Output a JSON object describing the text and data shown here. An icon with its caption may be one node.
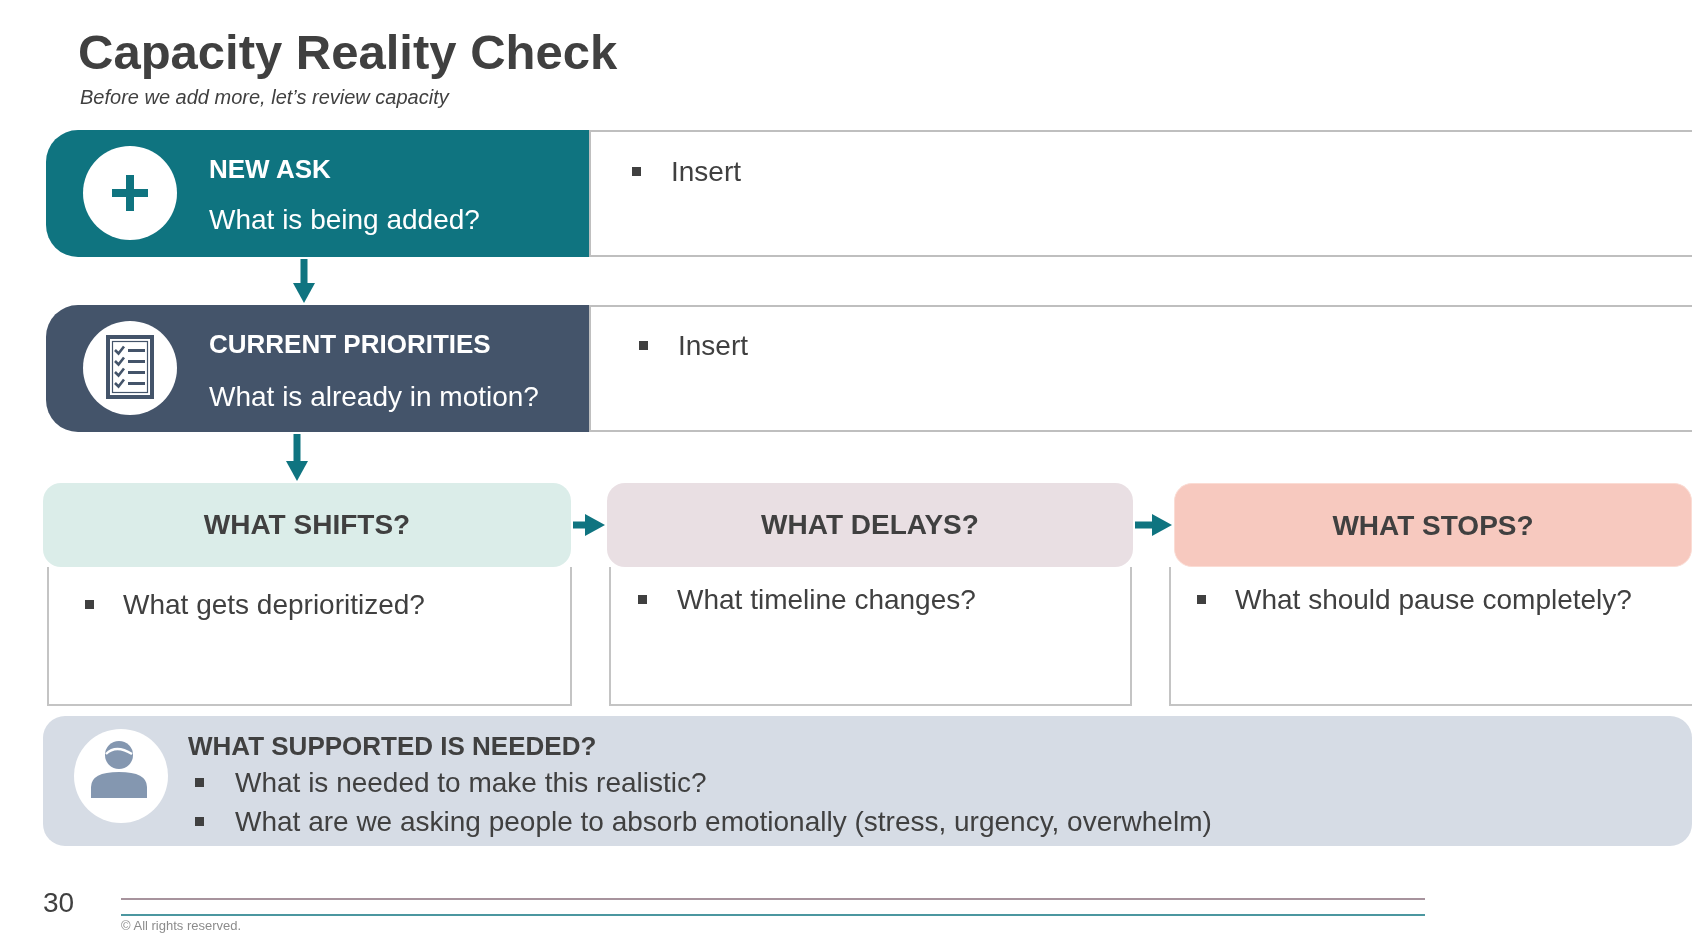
{
  "diagram": {
    "title": "Capacity Reality Check",
    "nodes": [
      {
        "text": [
          "NEW ASK",
          "What is being added?"
        ]
      },
      {
        "text": [
          "Insert"
        ]
      },
      {
        "text": [
          "CURRENT PRIORITIES",
          "What is already in motion?"
        ]
      },
      {
        "text": [
          "Insert"
        ]
      },
      {
        "text": [
          "WHAT SHIFTS?"
        ]
      },
      {
        "text": [
          "What gets deprioritized?"
        ]
      },
      {
        "text": [
          "WHAT DELAYS?"
        ]
      },
      {
        "text": [
          "What timeline changes?"
        ]
      },
      {
        "text": [
          "WHAT STOPS?"
        ]
      },
      {
        "text": [
          "What should pause completely?"
        ]
      },
      {
        "text": [
          "WHAT SUPPORTED IS NEEDED?",
          "What is needed to make this realistic?",
          "What are we asking people to absorb emotionally (stress, urgency, overwhelm)"
        ]
      }
    ],
    "edges": [
      {
        "from": 0,
        "to": 2,
        "arrow": "to"
      },
      {
        "from": 2,
        "to": 4,
        "arrow": "to"
      },
      {
        "from": 4,
        "to": 6,
        "arrow": "to"
      },
      {
        "from": 6,
        "to": 8,
        "arrow": "to"
      }
    ],
    "labels": [
      "Before we add more, let’s review capacity",
      "30",
      "© All rights reserved."
    ]
  }
}
